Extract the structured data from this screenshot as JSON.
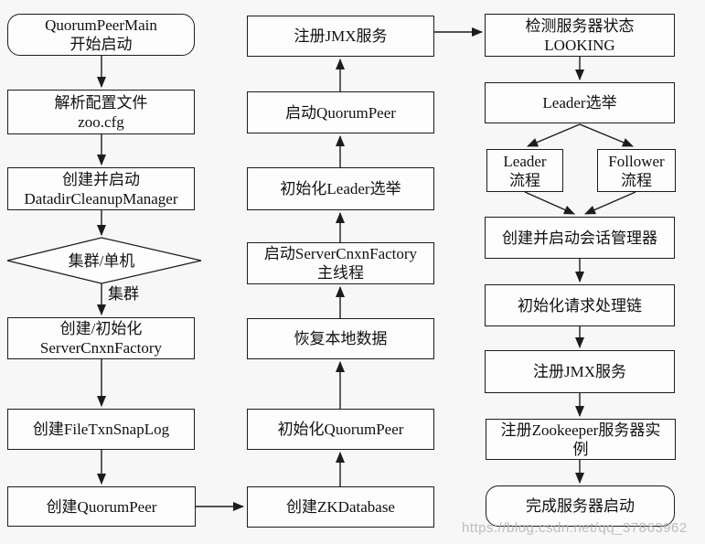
{
  "diagram": {
    "type": "flowchart",
    "topic": "ZooKeeper server startup flow",
    "colors": {
      "background": "#f7f7f7",
      "node_fill": "#fdfdfd",
      "node_border": "#1c1c1c",
      "arrow": "#1c1c1c",
      "watermark": "#b2b2b2"
    },
    "nodes": {
      "start": {
        "shape": "rounded",
        "label": "QuorumPeerMain\n开始启动"
      },
      "parse_config": {
        "shape": "rect",
        "label": "解析配置文件\nzoo.cfg"
      },
      "datadir_cleanup": {
        "shape": "rect",
        "label": "创建并启动\nDatadirCleanupManager"
      },
      "cluster_decision": {
        "shape": "diamond",
        "label": "集群/单机"
      },
      "create_server_cnxn_factory": {
        "shape": "rect",
        "label": "创建/初始化\nServerCnxnFactory"
      },
      "create_file_txn_snap_log": {
        "shape": "rect",
        "label": "创建FileTxnSnapLog"
      },
      "create_quorum_peer": {
        "shape": "rect",
        "label": "创建QuorumPeer"
      },
      "create_zk_database": {
        "shape": "rect",
        "label": "创建ZKDatabase"
      },
      "init_quorum_peer": {
        "shape": "rect",
        "label": "初始化QuorumPeer"
      },
      "restore_local_data": {
        "shape": "rect",
        "label": "恢复本地数据"
      },
      "start_server_cnxn_factory": {
        "shape": "rect",
        "label": "启动ServerCnxnFactory\n主线程"
      },
      "init_leader_election": {
        "shape": "rect",
        "label": "初始化Leader选举"
      },
      "start_quorum_peer": {
        "shape": "rect",
        "label": "启动QuorumPeer"
      },
      "register_jmx_mid": {
        "shape": "rect",
        "label": "注册JMX服务"
      },
      "check_server_state": {
        "shape": "rect",
        "label": "检测服务器状态\nLOOKING"
      },
      "leader_election": {
        "shape": "rect",
        "label": "Leader选举"
      },
      "leader_flow": {
        "shape": "rect",
        "label": "Leader\n流程"
      },
      "follower_flow": {
        "shape": "rect",
        "label": "Follower\n流程"
      },
      "create_session_manager": {
        "shape": "rect",
        "label": "创建并启动会话管理器"
      },
      "init_request_chain": {
        "shape": "rect",
        "label": "初始化请求处理链"
      },
      "register_jmx_right": {
        "shape": "rect",
        "label": "注册JMX服务"
      },
      "register_zookeeper_instance": {
        "shape": "rect",
        "label": "注册Zookeeper服务器实\n例"
      },
      "finish": {
        "shape": "rounded",
        "label": "完成服务器启动"
      }
    },
    "edge_labels": {
      "cluster_branch": "集群"
    },
    "watermark": "https://blog.csdn.net/qq_37863962"
  }
}
